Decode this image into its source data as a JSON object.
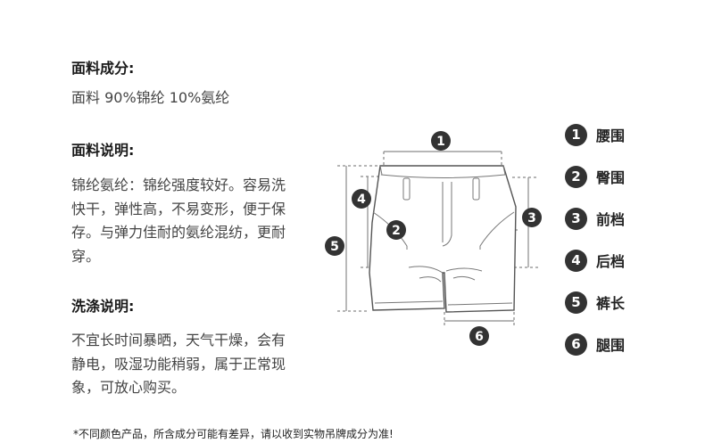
{
  "fabric": {
    "heading": "面料成分:",
    "text": "面料 90%锦纶 10%氨纶"
  },
  "description": {
    "heading": "面料说明:",
    "text": "锦纶氨纶：锦纶强度较好。容易洗快干，弹性高，不易变形，便于保存。与弹力佳耐的氨纶混纺，更耐穿。"
  },
  "washing": {
    "heading": "洗涤说明:",
    "text": "不宜长时间暴晒，天气干燥，会有静电，吸湿功能稍弱，属于正常现象，可放心购买。"
  },
  "footnote": "*不同颜色产品，所含成分可能有差异，请以收到实物吊牌成分为准!",
  "diagram": {
    "markers": [
      "1",
      "2",
      "3",
      "4",
      "5",
      "6"
    ]
  },
  "legend": [
    {
      "num": "1",
      "label": "腰围"
    },
    {
      "num": "2",
      "label": "臀围"
    },
    {
      "num": "3",
      "label": "前档"
    },
    {
      "num": "4",
      "label": "后档"
    },
    {
      "num": "5",
      "label": "裤长"
    },
    {
      "num": "6",
      "label": "腿围"
    }
  ]
}
